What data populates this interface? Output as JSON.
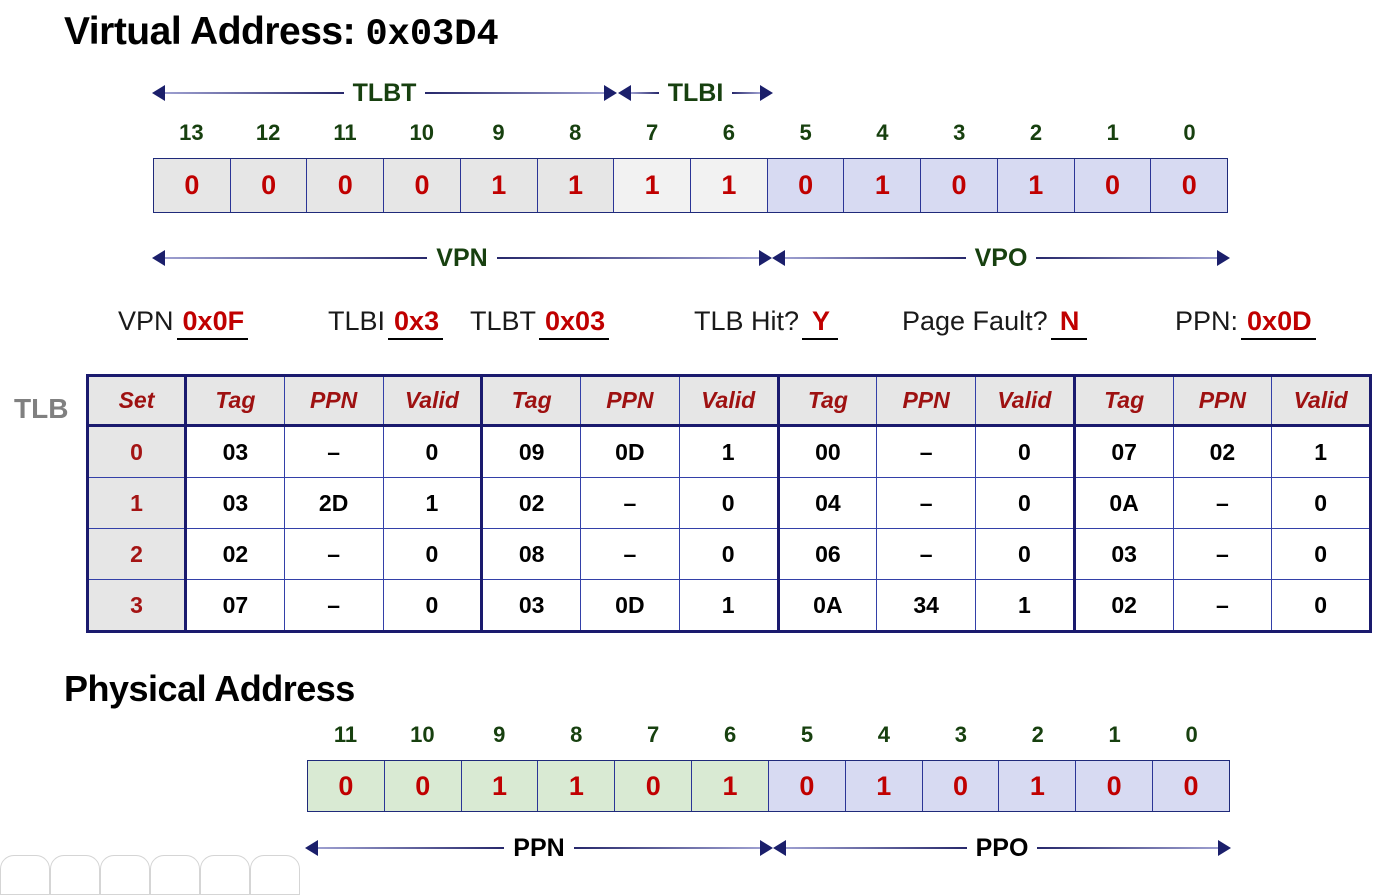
{
  "virtual_address": {
    "title_prefix": "Virtual Address: ",
    "title_value": "0x03D4",
    "field_labels": {
      "tlbt": "TLBT",
      "tlbi": "TLBI",
      "vpn": "VPN",
      "vpo": "VPO"
    },
    "bit_numbers": [
      "13",
      "12",
      "11",
      "10",
      "9",
      "8",
      "7",
      "6",
      "5",
      "4",
      "3",
      "2",
      "1",
      "0"
    ],
    "bits": [
      "0",
      "0",
      "0",
      "0",
      "1",
      "1",
      "1",
      "1",
      "0",
      "1",
      "0",
      "1",
      "0",
      "0"
    ]
  },
  "answers": {
    "vpn": {
      "label": "VPN",
      "value": "0x0F"
    },
    "tlbi": {
      "label": "TLBI",
      "value": "0x3"
    },
    "tlbt": {
      "label": "TLBT",
      "value": "0x03"
    },
    "tlb_hit": {
      "label": "TLB Hit?",
      "value": "Y"
    },
    "page_fault": {
      "label": "Page Fault?",
      "value": "N"
    },
    "ppn": {
      "label": "PPN:",
      "value": "0x0D"
    }
  },
  "tlb": {
    "label": "TLB",
    "headers": [
      "Set",
      "Tag",
      "PPN",
      "Valid",
      "Tag",
      "PPN",
      "Valid",
      "Tag",
      "PPN",
      "Valid",
      "Tag",
      "PPN",
      "Valid"
    ],
    "rows": [
      [
        "0",
        "03",
        "–",
        "0",
        "09",
        "0D",
        "1",
        "00",
        "–",
        "0",
        "07",
        "02",
        "1"
      ],
      [
        "1",
        "03",
        "2D",
        "1",
        "02",
        "–",
        "0",
        "04",
        "–",
        "0",
        "0A",
        "–",
        "0"
      ],
      [
        "2",
        "02",
        "–",
        "0",
        "08",
        "–",
        "0",
        "06",
        "–",
        "0",
        "03",
        "–",
        "0"
      ],
      [
        "3",
        "07",
        "–",
        "0",
        "03",
        "0D",
        "1",
        "0A",
        "34",
        "1",
        "02",
        "–",
        "0"
      ]
    ]
  },
  "physical_address": {
    "title": "Physical Address",
    "field_labels": {
      "ppn": "PPN",
      "ppo": "PPO"
    },
    "bit_numbers": [
      "11",
      "10",
      "9",
      "8",
      "7",
      "6",
      "5",
      "4",
      "3",
      "2",
      "1",
      "0"
    ],
    "bits": [
      "0",
      "0",
      "1",
      "1",
      "0",
      "1",
      "0",
      "1",
      "0",
      "1",
      "0",
      "0"
    ]
  },
  "colors": {
    "bit_value": "#c00000",
    "bit_number": "#17400f",
    "arrow": "#1b1f6b",
    "table_border": "#1a1a6e",
    "header_text": "#9e1111",
    "tlbt_bg": "#e6e6e6",
    "tlbi_bg": "#f2f2f2",
    "vpo_bg": "#d7daf2",
    "ppn_bg": "#d9ead3",
    "ppo_bg": "#d7daf2"
  }
}
